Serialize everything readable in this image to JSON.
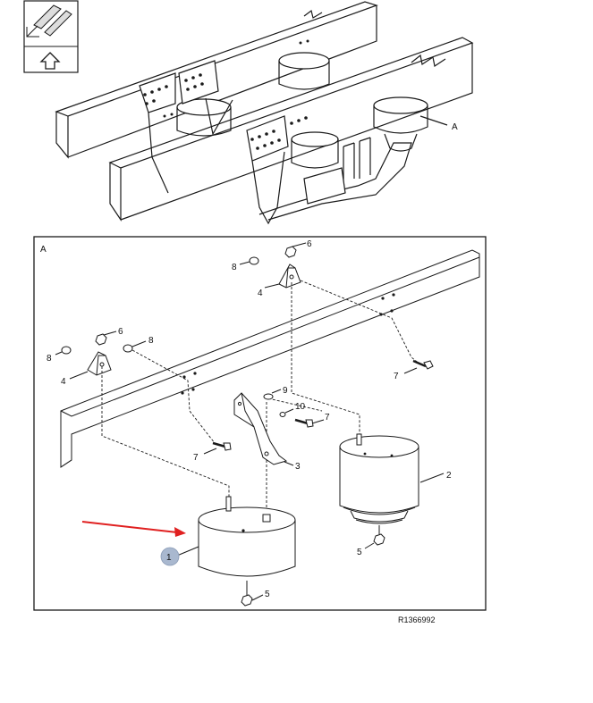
{
  "detail": {
    "letter": "A",
    "reference": "R1366992"
  },
  "callouts": {
    "one": "1",
    "two": "2",
    "three": "3",
    "four": "4",
    "five": "5",
    "six": "6",
    "seven": "7",
    "eight": "8",
    "nine": "9",
    "ten": "10"
  },
  "colors": {
    "line": "#1a1a1a",
    "arrow": "#e02020",
    "highlight": "#a9b8cf"
  },
  "icons": {
    "orientation": "forward-direction-arrow-icon"
  }
}
